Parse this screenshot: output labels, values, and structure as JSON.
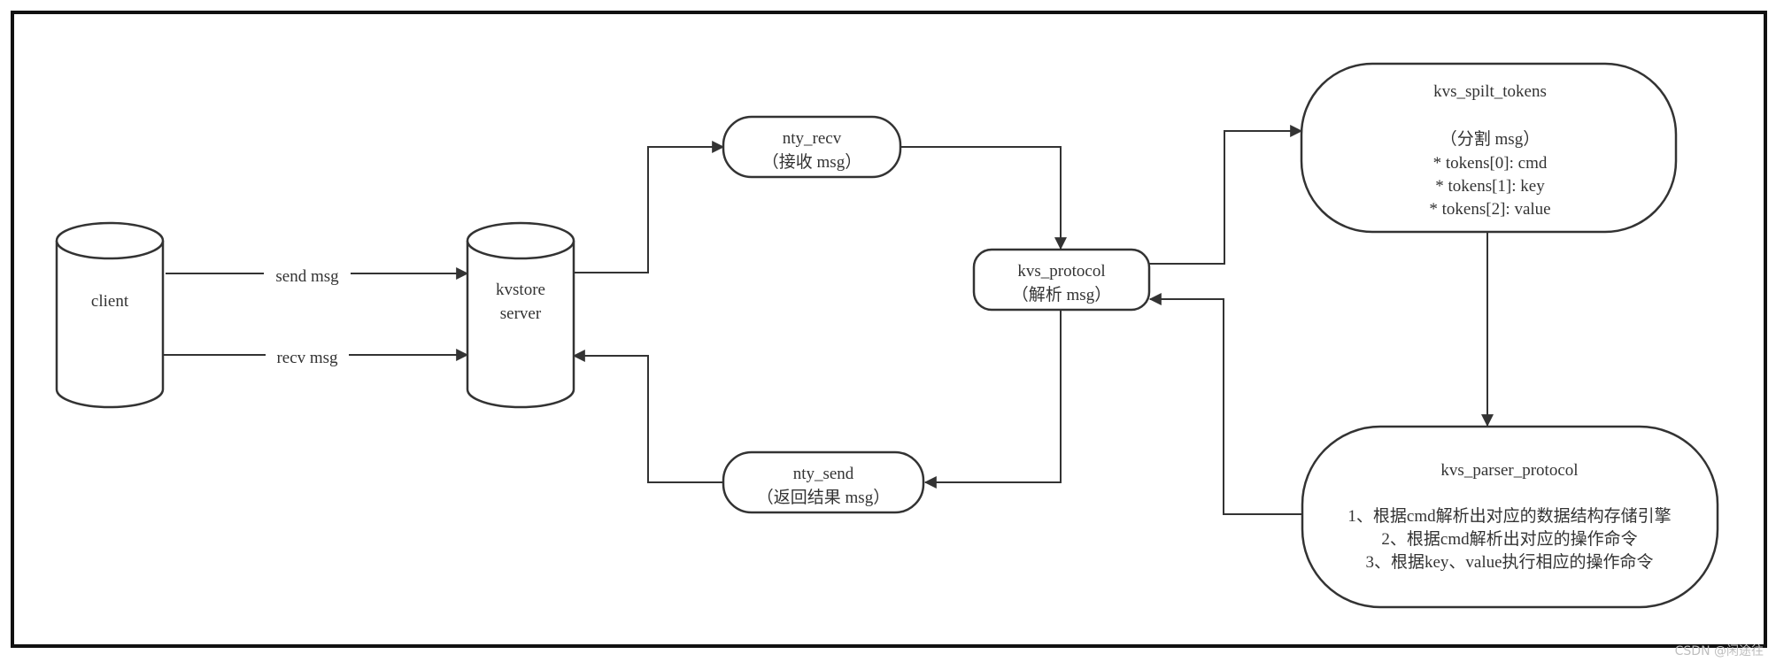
{
  "nodes": {
    "client": {
      "lines": [
        "client"
      ]
    },
    "kvstore": {
      "lines": [
        "kvstore",
        "server"
      ]
    },
    "nty_recv": {
      "lines": [
        "nty_recv",
        "（接收 msg）"
      ]
    },
    "kvs_protocol": {
      "lines": [
        "kvs_protocol",
        "（解析 msg）"
      ]
    },
    "nty_send": {
      "lines": [
        "nty_send",
        "（返回结果 msg）"
      ]
    },
    "kvs_spilt_tokens": {
      "lines": [
        "kvs_spilt_tokens",
        "",
        "（分割 msg）",
        "* tokens[0]: cmd",
        "* tokens[1]: key",
        "* tokens[2]: value"
      ]
    },
    "kvs_parser_protocol": {
      "lines": [
        "kvs_parser_protocol",
        "",
        "1、根据cmd解析出对应的数据结构存储引擎",
        "2、根据cmd解析出对应的操作命令",
        "3、根据key、value执行相应的操作命令"
      ]
    }
  },
  "edges": {
    "send_msg": "send msg",
    "recv_msg": "recv msg"
  },
  "watermark": "CSDN @闲途往"
}
